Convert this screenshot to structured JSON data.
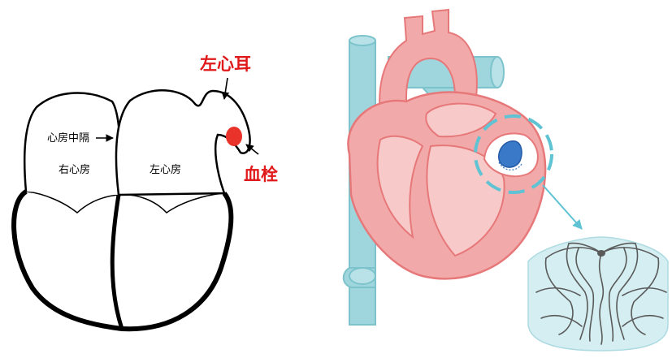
{
  "left_diagram": {
    "labels": {
      "left_atrial_appendage": "左心耳",
      "atrial_septum": "心房中隔",
      "right_atrium": "右心房",
      "left_atrium": "左心房",
      "thrombus": "血栓"
    }
  },
  "colors": {
    "outline": "#000000",
    "label_red": "#e0191b",
    "thrombus_red": "#e8322a",
    "heart_pink": "#f2a9aa",
    "heart_inner": "#f7c9c8",
    "heart_stroke": "#e7787a",
    "vessel_blue": "#9fd6dd",
    "vessel_stroke": "#7cc3cc",
    "device_blue": "#3a78c8",
    "dash_blue": "#5fc3d3",
    "cage_fill": "#d4eef2",
    "wire_gray": "#5a5a5a"
  },
  "icons": {
    "device": "occluder-device-icon",
    "device_zoom": "occluder-device-zoom"
  }
}
